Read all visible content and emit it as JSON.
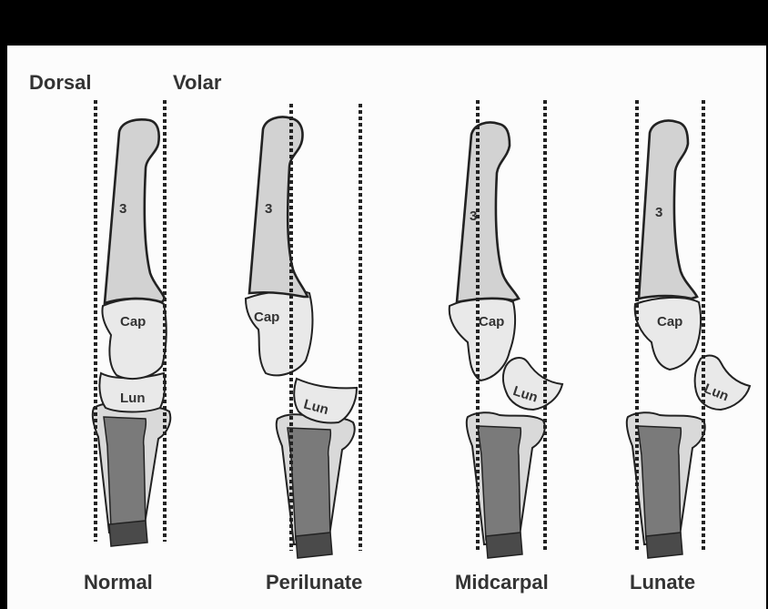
{
  "header": {
    "dorsal": "Dorsal",
    "volar": "Volar"
  },
  "bones": {
    "third_metacarpal": "3",
    "capitate": "Cap",
    "lunate": "Lun"
  },
  "panels": [
    {
      "name": "Normal"
    },
    {
      "name": "Perilunate"
    },
    {
      "name": "Midcarpal"
    },
    {
      "name": "Lunate"
    }
  ]
}
